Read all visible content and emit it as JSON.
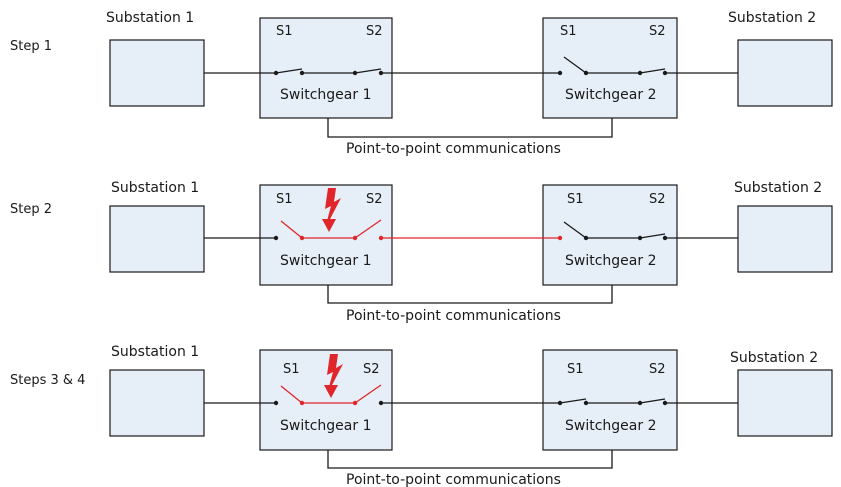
{
  "rows": [
    {
      "step_label": "Step 1",
      "sub1_label": "Substation 1",
      "sub2_label": "Substation 2",
      "sg1_label": "Switchgear 1",
      "sg2_label": "Switchgear 2",
      "sg1_s1": "S1",
      "sg1_s2": "S2",
      "sg2_s1": "S1",
      "sg2_s2": "S2",
      "comm_label": "Point-to-point communications",
      "fault": false
    },
    {
      "step_label": "Step 2",
      "sub1_label": "Substation 1",
      "sub2_label": "Substation 2",
      "sg1_label": "Switchgear 1",
      "sg2_label": "Switchgear 2",
      "sg1_s1": "S1",
      "sg1_s2": "S2",
      "sg2_s1": "S1",
      "sg2_s2": "S2",
      "comm_label": "Point-to-point communications",
      "fault": true
    },
    {
      "step_label": "Steps 3 & 4",
      "sub1_label": "Substation 1",
      "sub2_label": "Substation 2",
      "sg1_label": "Switchgear 1",
      "sg2_label": "Switchgear 2",
      "sg1_s1": "S1",
      "sg1_s2": "S2",
      "sg2_s1": "S1",
      "sg2_s2": "S2",
      "comm_label": "Point-to-point communications",
      "fault": true
    }
  ],
  "colors": {
    "box_fill": "#e6eef7",
    "line": "#1a1a1a",
    "fault_red": "#e0262a"
  },
  "icons": {
    "fault": "lightning-bolt-icon"
  }
}
